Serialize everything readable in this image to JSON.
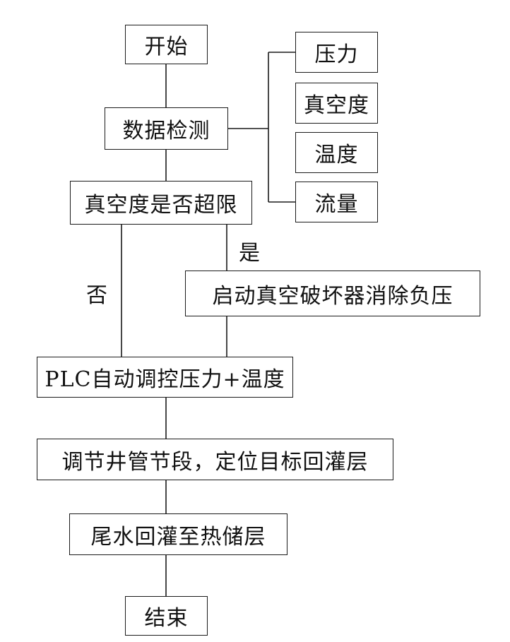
{
  "nodes": {
    "start": "开始",
    "data_detect": "数据检测",
    "pressure": "压力",
    "vacuum": "真空度",
    "temperature": "温度",
    "flow": "流量",
    "vacuum_check": "真空度是否超限",
    "vacuum_breaker": "启动真空破坏器消除负压",
    "plc_control": "PLC自动调控压力+温度",
    "adjust_pipe": "调节井管节段，定位目标回灌层",
    "reinject": "尾水回灌至热储层",
    "end": "结束"
  },
  "edge_labels": {
    "yes": "是",
    "no": "否"
  }
}
